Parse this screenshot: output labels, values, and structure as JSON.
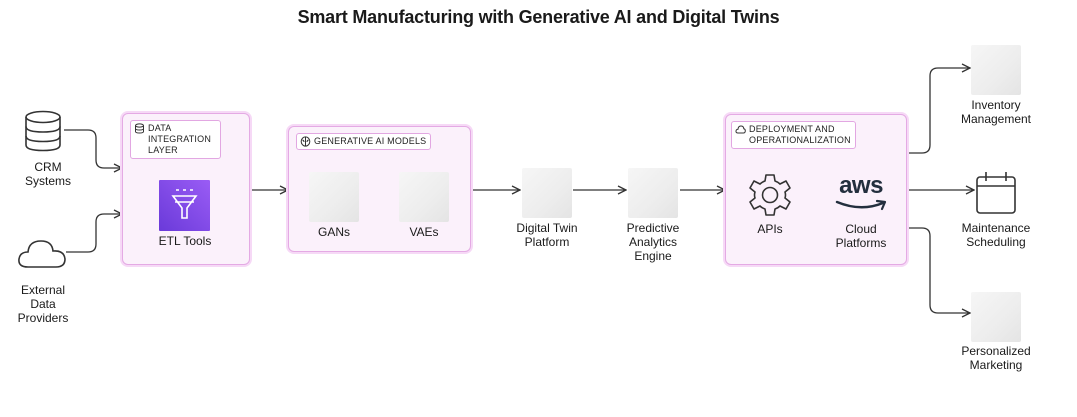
{
  "title": "Smart Manufacturing with Generative AI and Digital Twins",
  "sources": {
    "crm": "CRM\nSystems",
    "external": "External\nData\nProviders"
  },
  "groups": {
    "data_integration": {
      "header": "DATA\nINTEGRATION\nLAYER",
      "etl_label": "ETL Tools"
    },
    "gen_ai": {
      "header": "GENERATIVE AI MODELS",
      "gans": "GANs",
      "vaes": "VAEs"
    },
    "deployment": {
      "header": "DEPLOYMENT AND\nOPERATIONALIZATION",
      "apis": "APIs",
      "cloud": "Cloud\nPlatforms",
      "aws_logo_text": "aws"
    }
  },
  "pipeline": {
    "digital_twin": "Digital Twin\nPlatform",
    "predictive": "Predictive\nAnalytics\nEngine"
  },
  "outputs": {
    "inventory": "Inventory\nManagement",
    "maintenance": "Maintenance\nScheduling",
    "marketing": "Personalized\nMarketing"
  },
  "icons": {
    "crm": "database-icon",
    "external": "cloud-icon",
    "etl": "aws-glue-icon",
    "apis": "gear-icon",
    "cloud": "aws-logo-icon",
    "maintenance": "calendar-icon"
  },
  "colors": {
    "group_fill": "#fbf1fb",
    "group_border": "#e4aae4",
    "etl_purple": "#8c4fff",
    "edge": "#333333"
  }
}
